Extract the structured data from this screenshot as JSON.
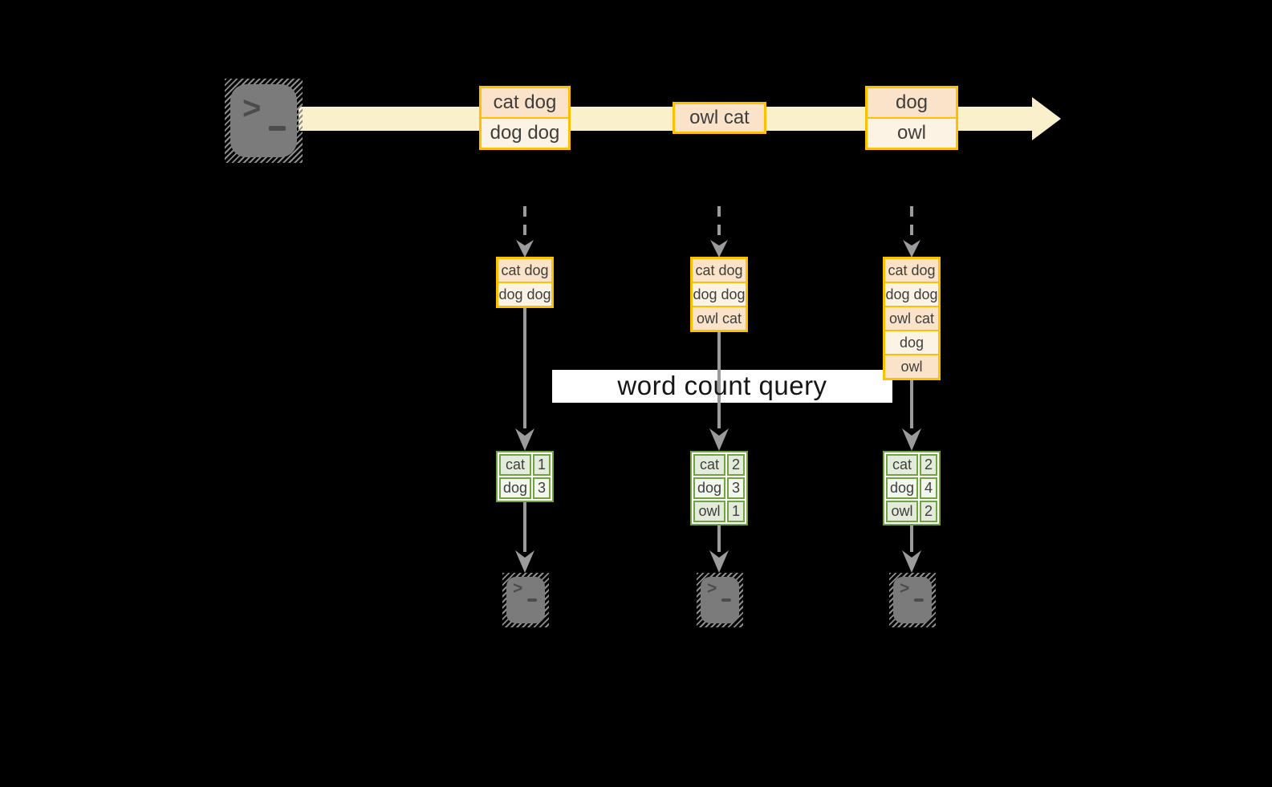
{
  "query": {
    "label": "word count query"
  },
  "icons": {
    "terminal_chevron": ">"
  },
  "colors": {
    "background": "#000000",
    "timeline_band": "#FAF0CB",
    "batch_border": "#FFC000",
    "batch_cell_dark": "#FAE3C8",
    "batch_cell_light": "#FDF3E5",
    "count_border": "#6FA43F",
    "count_cell_dark": "#E3ECDA",
    "count_cell_light": "#F2F6EE",
    "arrow_gray": "#9B9B9B",
    "terminal_gray": "#7B7B7B"
  },
  "timeline": {
    "batches": [
      {
        "items": [
          "cat dog",
          "dog dog"
        ]
      },
      {
        "items": [
          "owl cat"
        ]
      },
      {
        "items": [
          "dog",
          "owl"
        ]
      }
    ]
  },
  "columns": [
    {
      "stream": [
        "cat dog",
        "dog dog"
      ],
      "counts": [
        {
          "word": "cat",
          "value": "1"
        },
        {
          "word": "dog",
          "value": "3"
        }
      ]
    },
    {
      "stream": [
        "cat dog",
        "dog dog",
        "owl cat"
      ],
      "counts": [
        {
          "word": "cat",
          "value": "2"
        },
        {
          "word": "dog",
          "value": "3"
        },
        {
          "word": "owl",
          "value": "1"
        }
      ]
    },
    {
      "stream": [
        "cat dog",
        "dog dog",
        "owl cat",
        "dog",
        "owl"
      ],
      "counts": [
        {
          "word": "cat",
          "value": "2"
        },
        {
          "word": "dog",
          "value": "4"
        },
        {
          "word": "owl",
          "value": "2"
        }
      ]
    }
  ]
}
